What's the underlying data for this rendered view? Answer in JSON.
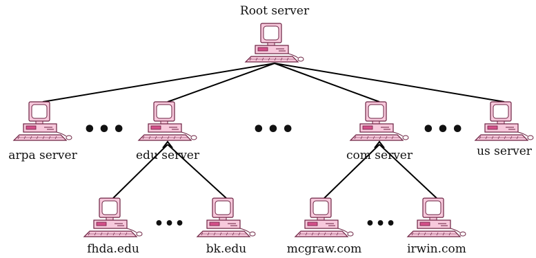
{
  "diagram": {
    "root": {
      "label": "Root server",
      "icon": "computer-icon"
    },
    "top_level": [
      {
        "id": "arpa",
        "label": "arpa server",
        "icon": "computer-icon"
      },
      {
        "id": "edu",
        "label": "edu server",
        "icon": "computer-icon"
      },
      {
        "id": "com",
        "label": "com server",
        "icon": "computer-icon"
      },
      {
        "id": "us",
        "label": "us server",
        "icon": "computer-icon"
      }
    ],
    "edu_children": [
      {
        "id": "fhda",
        "label": "fhda.edu",
        "icon": "computer-icon"
      },
      {
        "id": "bk",
        "label": "bk.edu",
        "icon": "computer-icon"
      }
    ],
    "com_children": [
      {
        "id": "mcgraw",
        "label": "mcgraw.com",
        "icon": "computer-icon"
      },
      {
        "id": "irwin",
        "label": "irwin.com",
        "icon": "computer-icon"
      }
    ],
    "ellipsis": "•••",
    "ellipsis_small": "•••",
    "colors": {
      "computer_fill": "#f7c9dc",
      "computer_stroke": "#6b2040",
      "accent": "#d4508a",
      "screen": "#ffffff",
      "line": "#000000"
    }
  }
}
